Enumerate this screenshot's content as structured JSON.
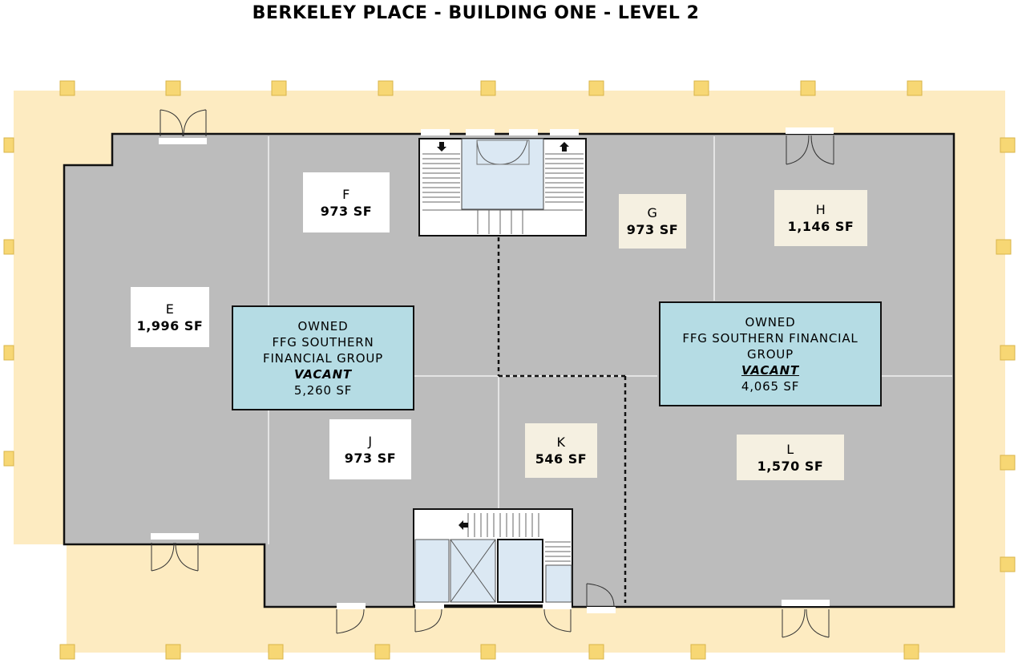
{
  "title": "BERKELEY PLACE - BUILDING ONE - LEVEL 2",
  "colors": {
    "courtyard": "#fdebc1",
    "floor": "#bcbcbc",
    "owned_fill": "#b5dce4",
    "suite_label_beige": "#f5f0e1",
    "column": "#f7d774"
  },
  "suites": {
    "E": {
      "letter": "E",
      "area": "1,996 SF"
    },
    "F": {
      "letter": "F",
      "area": "973 SF"
    },
    "G": {
      "letter": "G",
      "area": "973 SF"
    },
    "H": {
      "letter": "H",
      "area": "1,146 SF"
    },
    "J": {
      "letter": "J",
      "area": "973 SF"
    },
    "K": {
      "letter": "K",
      "area": "546 SF"
    },
    "L": {
      "letter": "L",
      "area": "1,570 SF"
    }
  },
  "owned_left": {
    "line1": "OWNED",
    "line2": "FFG SOUTHERN",
    "line3": "FINANCIAL GROUP",
    "status": "VACANT",
    "area": "5,260 SF"
  },
  "owned_right": {
    "line1": "OWNED",
    "line2": "FFG SOUTHERN FINANCIAL",
    "line3": "GROUP",
    "status": "VACANT",
    "area": "4,065 SF"
  }
}
